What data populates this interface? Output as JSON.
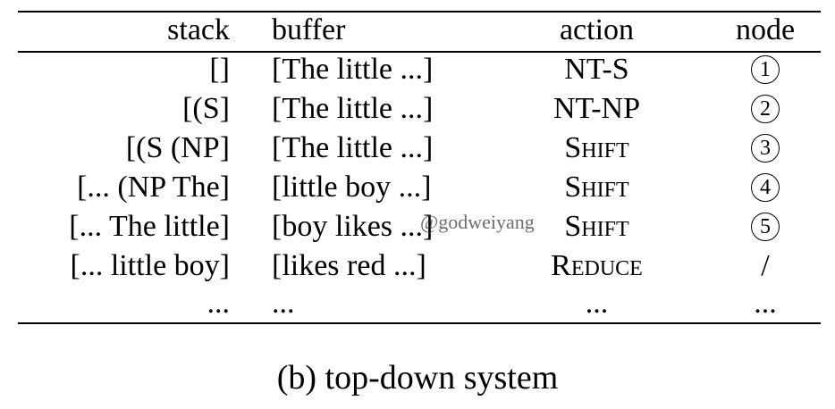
{
  "table": {
    "headers": {
      "stack": "stack",
      "buffer": "buffer",
      "action": "action",
      "node": "node"
    },
    "rows": [
      {
        "stack": "[]",
        "buffer": "[The little ...]",
        "action": "NT-S",
        "node": "1"
      },
      {
        "stack": "[(S]",
        "buffer": "[The little ...]",
        "action": "NT-NP",
        "node": "2"
      },
      {
        "stack": "[(S (NP]",
        "buffer": "[The little ...]",
        "action": "Shift",
        "node": "3"
      },
      {
        "stack": "[... (NP The]",
        "buffer": "[little boy ...]",
        "action": "Shift",
        "node": "4"
      },
      {
        "stack": "[... The little]",
        "buffer": "[boy likes ...]",
        "action": "Shift",
        "node": "5"
      },
      {
        "stack": "[... little boy]",
        "buffer": "[likes red ...]",
        "action": "Reduce",
        "node": "/"
      },
      {
        "stack": "...",
        "buffer": "...",
        "action": "...",
        "node": "..."
      }
    ]
  },
  "watermark": "@godweiyang",
  "caption": "(b) top-down system"
}
